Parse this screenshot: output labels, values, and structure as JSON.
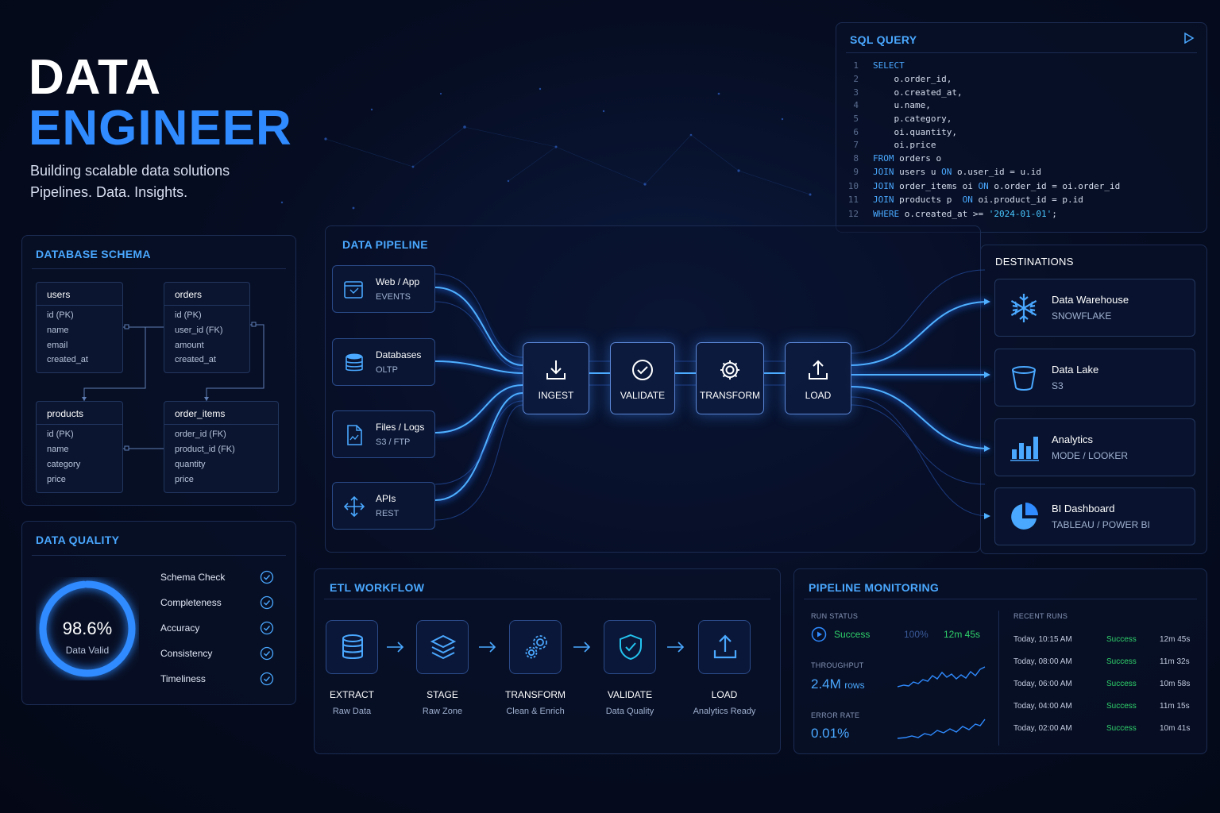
{
  "hero": {
    "title_line1": "DATA",
    "title_line2": "ENGINEER",
    "subtitle_line1": "Building scalable data solutions",
    "subtitle_line2": "Pipelines. Data. Insights."
  },
  "schema": {
    "title": "DATABASE SCHEMA",
    "tables": [
      {
        "name": "users",
        "fields": [
          "id (PK)",
          "name",
          "email",
          "created_at"
        ]
      },
      {
        "name": "orders",
        "fields": [
          "id (PK)",
          "user_id (FK)",
          "amount",
          "created_at"
        ]
      },
      {
        "name": "products",
        "fields": [
          "id (PK)",
          "name",
          "category",
          "price"
        ]
      },
      {
        "name": "order_items",
        "fields": [
          "order_id (FK)",
          "product_id (FK)",
          "quantity",
          "price"
        ]
      }
    ]
  },
  "quality": {
    "title": "DATA QUALITY",
    "percent": "98.6%",
    "percent_value": 98.6,
    "label": "Data Valid",
    "checks": [
      "Schema Check",
      "Completeness",
      "Accuracy",
      "Consistency",
      "Timeliness"
    ]
  },
  "sql": {
    "title": "SQL QUERY",
    "line_numbers": [
      "1",
      "2",
      "3",
      "4",
      "5",
      "6",
      "7",
      "8",
      "9",
      "10",
      "11",
      "12"
    ],
    "tokens": {
      "select": "SELECT",
      "c1": "    o.order_id,",
      "c2": "    o.created_at,",
      "c3": "    u.name,",
      "c4": "    p.category,",
      "c5": "    oi.quantity,",
      "c6": "    oi.price",
      "from": "FROM",
      "from_rest": " orders o",
      "join": "JOIN",
      "on": "ON",
      "j1a": " users u ",
      "j1b": " o.user_id = u.id",
      "j2a": " order_items oi ",
      "j2b": " o.order_id = oi.order_id",
      "j3a": " products p  ",
      "j3b": " oi.product_id = p.id",
      "where": "WHERE",
      "w_rest": " o.created_at >= ",
      "w_str": "'2024-01-01'",
      "w_end": ";"
    }
  },
  "pipeline": {
    "title": "DATA PIPELINE",
    "sources": [
      {
        "name": "Web / App",
        "sub": "EVENTS"
      },
      {
        "name": "Databases",
        "sub": "OLTP"
      },
      {
        "name": "Files / Logs",
        "sub": "S3 / FTP"
      },
      {
        "name": "APIs",
        "sub": "REST"
      }
    ],
    "stages": [
      "INGEST",
      "VALIDATE",
      "TRANSFORM",
      "LOAD"
    ]
  },
  "destinations": {
    "title": "DESTINATIONS",
    "items": [
      {
        "name": "Data Warehouse",
        "sub": "SNOWFLAKE"
      },
      {
        "name": "Data Lake",
        "sub": "S3"
      },
      {
        "name": "Analytics",
        "sub": "MODE / LOOKER"
      },
      {
        "name": "BI Dashboard",
        "sub": "TABLEAU / POWER BI"
      }
    ]
  },
  "etl": {
    "title": "ETL WORKFLOW",
    "steps": [
      {
        "title": "EXTRACT",
        "sub": "Raw Data"
      },
      {
        "title": "STAGE",
        "sub": "Raw Zone"
      },
      {
        "title": "TRANSFORM",
        "sub": "Clean & Enrich"
      },
      {
        "title": "VALIDATE",
        "sub": "Data Quality"
      },
      {
        "title": "LOAD",
        "sub": "Analytics Ready"
      }
    ]
  },
  "monitoring": {
    "title": "PIPELINE MONITORING",
    "run_status_label": "RUN STATUS",
    "status": "Success",
    "percent": "100%",
    "duration": "12m 45s",
    "throughput_label": "THROUGHPUT",
    "throughput_value": "2.4M",
    "throughput_unit": "rows",
    "error_label": "ERROR RATE",
    "error_value": "0.01%",
    "recent_label": "RECENT RUNS",
    "runs": [
      {
        "time": "Today, 10:15 AM",
        "status": "Success",
        "duration": "12m 45s"
      },
      {
        "time": "Today, 08:00 AM",
        "status": "Success",
        "duration": "11m 32s"
      },
      {
        "time": "Today, 06:00 AM",
        "status": "Success",
        "duration": "10m 58s"
      },
      {
        "time": "Today, 04:00 AM",
        "status": "Success",
        "duration": "11m 15s"
      },
      {
        "time": "Today, 02:00 AM",
        "status": "Success",
        "duration": "10m 41s"
      }
    ]
  },
  "colors": {
    "accent": "#2f8bff",
    "success": "#2fd16a",
    "background": "#060d22"
  }
}
